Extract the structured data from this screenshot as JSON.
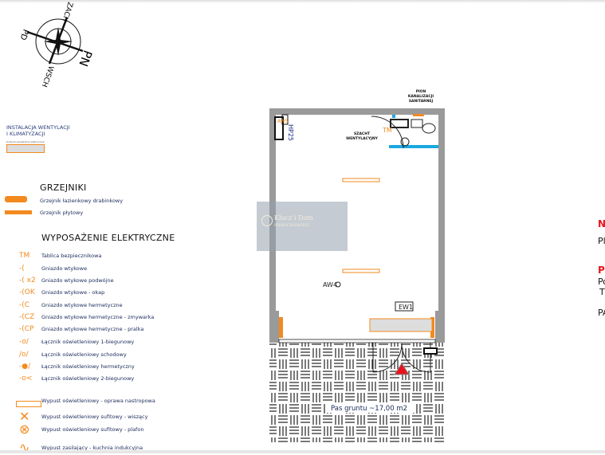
{
  "compass": {
    "labels": [
      "PD",
      "ZACH",
      "PN",
      "WSCH"
    ]
  },
  "ventilation": {
    "title_line1": "INSTALACJA WENTYLACJI",
    "title_line2": "I KLIMATYZACJI",
    "sub": "Kurtyna powietrzna elektryczna"
  },
  "heaters": {
    "title": "GRZEJNIKI",
    "items": [
      "Grzejnik łazienkowy drabinkowy",
      "Grzejnik płytowy"
    ]
  },
  "electrical": {
    "title": "WYPOSAŻENIE ELEKTRYCZNE",
    "items": [
      {
        "symbol": "TM",
        "label": "Tablica bezpiecznikowa"
      },
      {
        "symbol": "-(",
        "label": "Gniazdo wtykowe"
      },
      {
        "symbol": "-( x2",
        "label": "Gniazdo wtykowe podwójne"
      },
      {
        "symbol": "-(OK",
        "label": "Gniazdo wtykowe - okap"
      },
      {
        "symbol": "-(C",
        "label": "Gniazdo wtykowe hermetyczne"
      },
      {
        "symbol": "-(CZ",
        "label": "Gniazdo wtykowe hermetyczne - zmywarka"
      },
      {
        "symbol": "-(CP",
        "label": "Gniazdo wtykowe hermetyczne - pralka"
      },
      {
        "symbol": "-o/",
        "label": "Łącznik oświetleniowy 1-biegunowy"
      },
      {
        "symbol": "/o/",
        "label": "Łącznik oświetleniowy schodowy"
      },
      {
        "symbol": "-●/",
        "label": "Łącznik oświetleniowy hermetyczny"
      },
      {
        "symbol": "-o<",
        "label": "Łącznik oświetleniowy 2-biegunowy"
      },
      {
        "symbol": "▭",
        "label": "Wypust oświetleniowy - oprawa nastropowa"
      },
      {
        "symbol": "✕",
        "label": "Wypust oświetleniowy sufitowy - wiszący"
      },
      {
        "symbol": "⊗",
        "label": "Wypust oświetleniowy sufitowy - plafon"
      },
      {
        "symbol": "∿",
        "label": "Wypust zasilający - kuchnia indukcyjna"
      }
    ]
  },
  "plan": {
    "pion": [
      "PION",
      "KANALIZACJI",
      "SANITARNEJ"
    ],
    "szacht": [
      "SZACHT",
      "WENTYLACYJNY"
    ],
    "aw5": "AW5",
    "hp": "HP25",
    "aw4": "AW4",
    "ew1": "EW1",
    "tm": "TM",
    "ground": "Pas gruntu ~17,00 m2"
  },
  "watermark": {
    "brand": "Klucz i Dom",
    "sub": "NIERUCHOMOŚCI"
  },
  "right": {
    "n": "N",
    "pl": "Pl",
    "p": "P",
    "po": "Po",
    "t": "T",
    "pa": "PA"
  },
  "colors": {
    "accent": "#f28a1e",
    "wall": "#9a9a9a",
    "blue": "#19a8e0",
    "red": "#e8141c"
  }
}
